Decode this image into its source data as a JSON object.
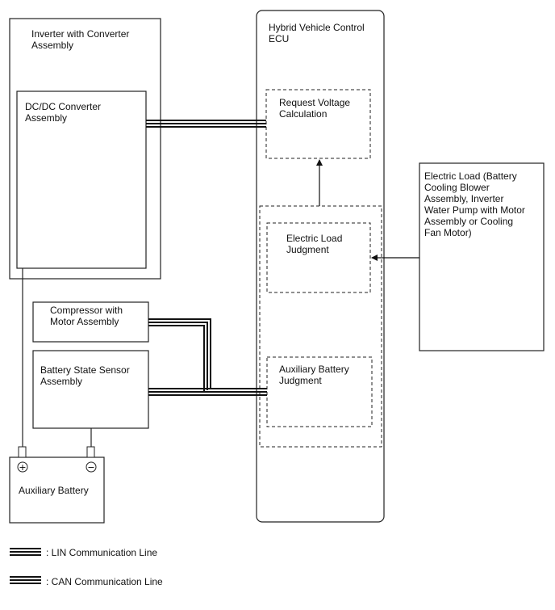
{
  "boxes": {
    "inverter": "Inverter with Converter\nAssembly",
    "dcdc": "DC/DC Converter\nAssembly",
    "hv_ecu": "Hybrid Vehicle Control\nECU",
    "request_voltage": "Request Voltage\nCalculation",
    "electric_load_judgment": "Electric Load\nJudgment",
    "aux_battery_judgment": "Auxiliary Battery\nJudgment",
    "electric_load": "Electric Load (Battery\nCooling Blower\nAssembly, Inverter\nWater Pump with Motor\nAssembly or Cooling\nFan Motor)",
    "compressor": "Compressor with\nMotor Assembly",
    "battery_sensor": "Battery State Sensor\nAssembly",
    "aux_battery": "Auxiliary Battery"
  },
  "terminals": {
    "positive": "+",
    "negative": "−"
  },
  "legend": {
    "lin": ": LIN Communication Line",
    "can": ": CAN Communication Line"
  }
}
